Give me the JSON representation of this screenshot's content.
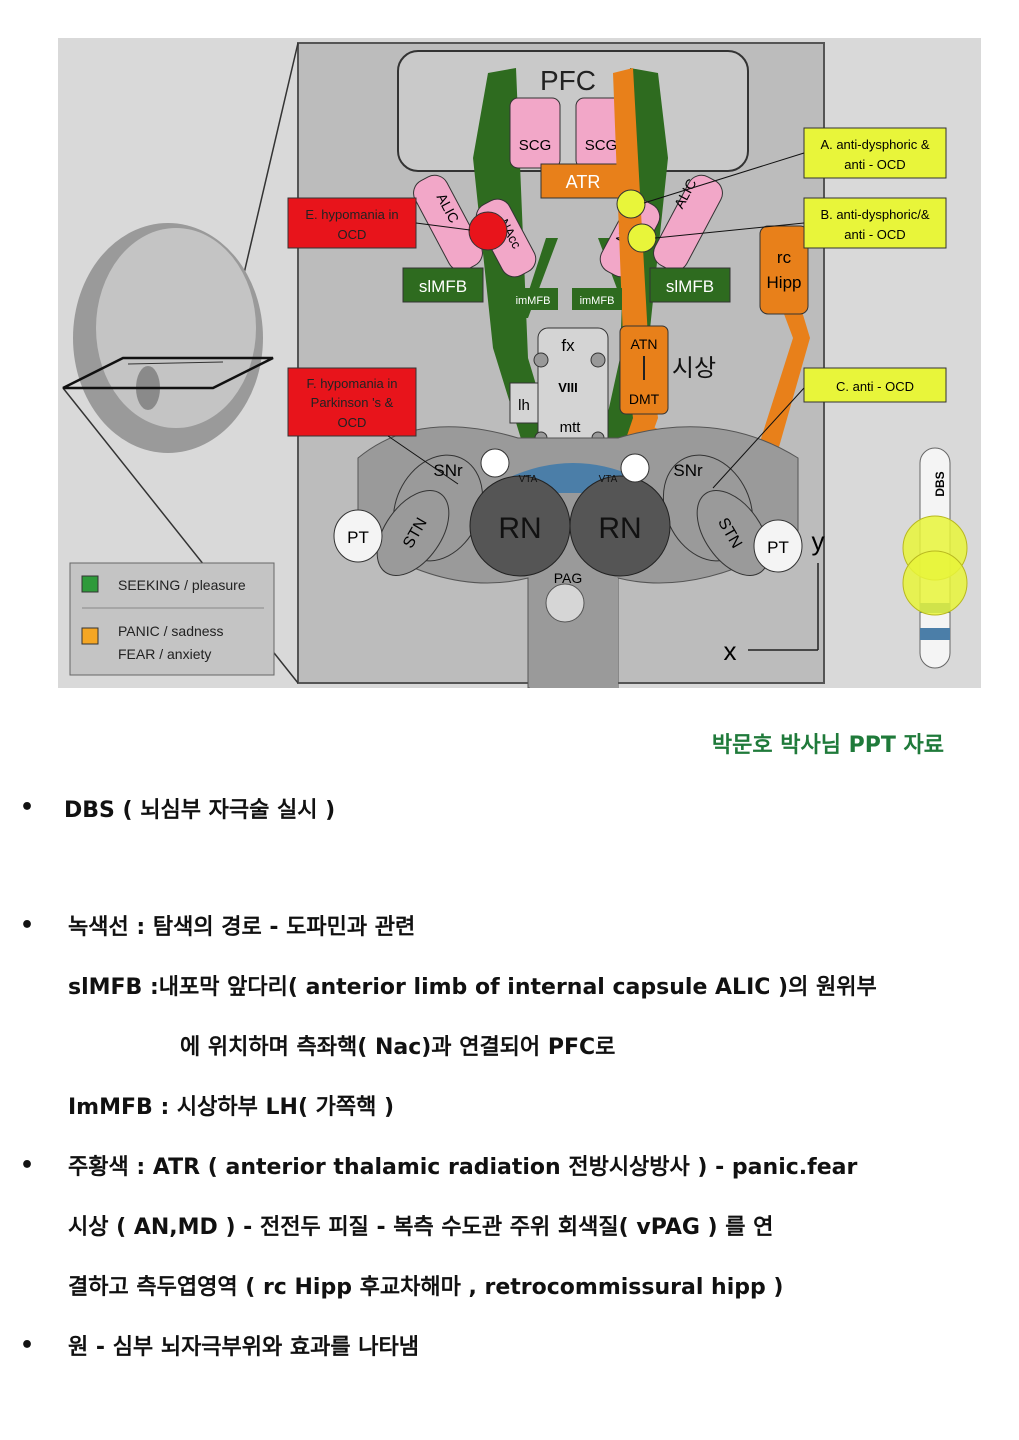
{
  "figure": {
    "pfc": "PFC",
    "scg_left": "SCG",
    "scg_right": "SCG",
    "atr": "ATR",
    "alic_left": "ALIC",
    "alic_right": "ALIC",
    "nacc_left": "NAcc",
    "nacc_right": "NA",
    "slmfb_left": "slMFB",
    "slmfb_right": "slMFB",
    "immfb_left": "imMFB",
    "immfb_right": "imMFB",
    "fx": "fx",
    "viii": "VIII",
    "lh": "lh",
    "mtt": "mtt",
    "atn": "ATN",
    "dmt": "DMT",
    "thalamus_kr": "시상",
    "rc_hipp_line1": "rc",
    "rc_hipp_line2": "Hipp",
    "snr_left": "SNr",
    "snr_right": "SNr",
    "vta_left": "VTA",
    "vta_right": "VTA",
    "stn_left": "STN",
    "stn_right": "STN",
    "pt_left": "PT",
    "pt_right": "PT",
    "rn_left": "RN",
    "rn_right": "RN",
    "pag": "PAG",
    "axis_x": "x",
    "axis_y": "y",
    "dbs": "DBS",
    "box_e_line1": "E. hypomania in",
    "box_e_line2": "OCD",
    "box_f_line1": "F. hypomania in",
    "box_f_line2": "Parkinson 's &",
    "box_f_line3": "OCD",
    "box_a_line1": "A. anti-dysphoric &",
    "box_a_line2": "anti - OCD",
    "box_b_line1": "B. anti-dysphoric/&",
    "box_b_line2": "anti - OCD",
    "box_c": "C.  anti - OCD",
    "legend_seeking": "SEEKING / pleasure",
    "legend_panic": "PANIC / sadness",
    "legend_fear": "FEAR / anxiety",
    "colors": {
      "green": "#2e6b1f",
      "orange": "#e8801a",
      "pink": "#f2a7c8",
      "red": "#e8141b",
      "yellow": "#e8f53a"
    }
  },
  "caption": "박문호 박사님 PPT 자료",
  "lines": {
    "l1": "DBS ( 뇌심부 자극술 실시 )",
    "l2": "녹색선 : 탐색의 경로 -   도파민과 관련",
    "l3": "slMFB  :내포막 앞다리( anterior limb of internal capsule ALIC )의 원위부",
    "l4": "에 위치하며    측좌핵( Nac)과 연결되어 PFC로",
    "l5": "ImMFB :  시상하부 LH( 가쪽핵 )",
    "l6": "주황색  : ATR (  anterior thalamic radiation 전방시상방사  )  -  panic.fear",
    "l7": "시상 ( AN,MD ) -  전전두 피질  -  복측 수도관 주위 회색질( vPAG ) 를 연",
    "l8": "결하고 측두엽영역 ( rc Hipp 후교차해마 , retrocommissural hipp )",
    "l9": "원 -  심부 뇌자극부위와 효과를 나타냄"
  },
  "bullet_char": "•"
}
